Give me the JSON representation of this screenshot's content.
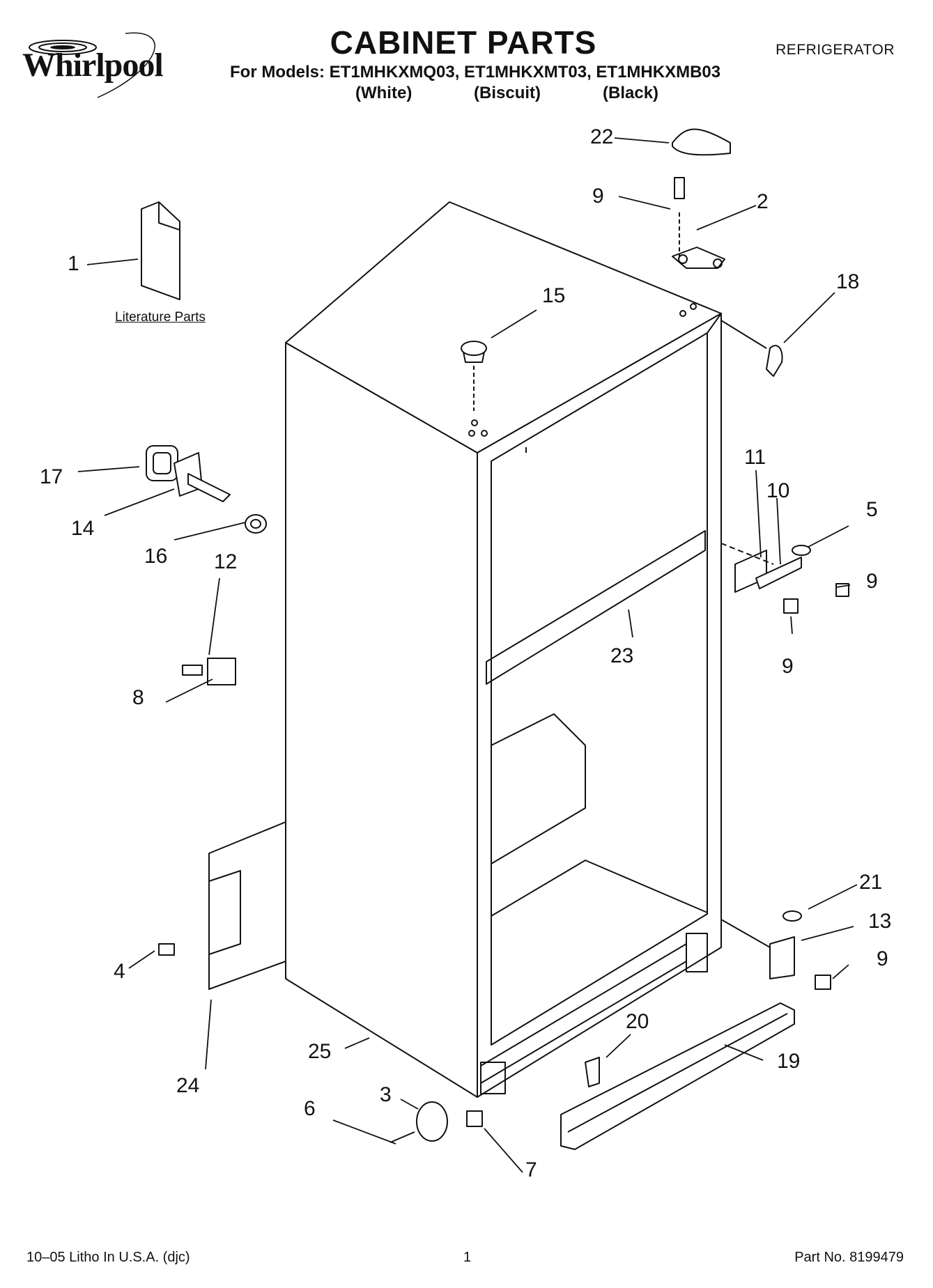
{
  "header": {
    "brand": "Whirlpool",
    "title": "CABINET PARTS",
    "models_line": "For Models: ET1MHKXMQ03, ET1MHKXMT03, ET1MHKXMB03",
    "variants": [
      "(White)",
      "(Biscuit)",
      "(Black)"
    ],
    "category": "REFRIGERATOR"
  },
  "diagram": {
    "literature_label": "Literature Parts",
    "callouts": [
      "1",
      "2",
      "3",
      "4",
      "5",
      "6",
      "7",
      "8",
      "9",
      "9",
      "9",
      "9",
      "10",
      "11",
      "12",
      "13",
      "14",
      "15",
      "16",
      "17",
      "18",
      "19",
      "20",
      "21",
      "22",
      "23",
      "24",
      "25"
    ]
  },
  "footer": {
    "left": "10–05 Litho In U.S.A. (djc)",
    "page": "1",
    "part_no": "Part No. 8199479"
  }
}
